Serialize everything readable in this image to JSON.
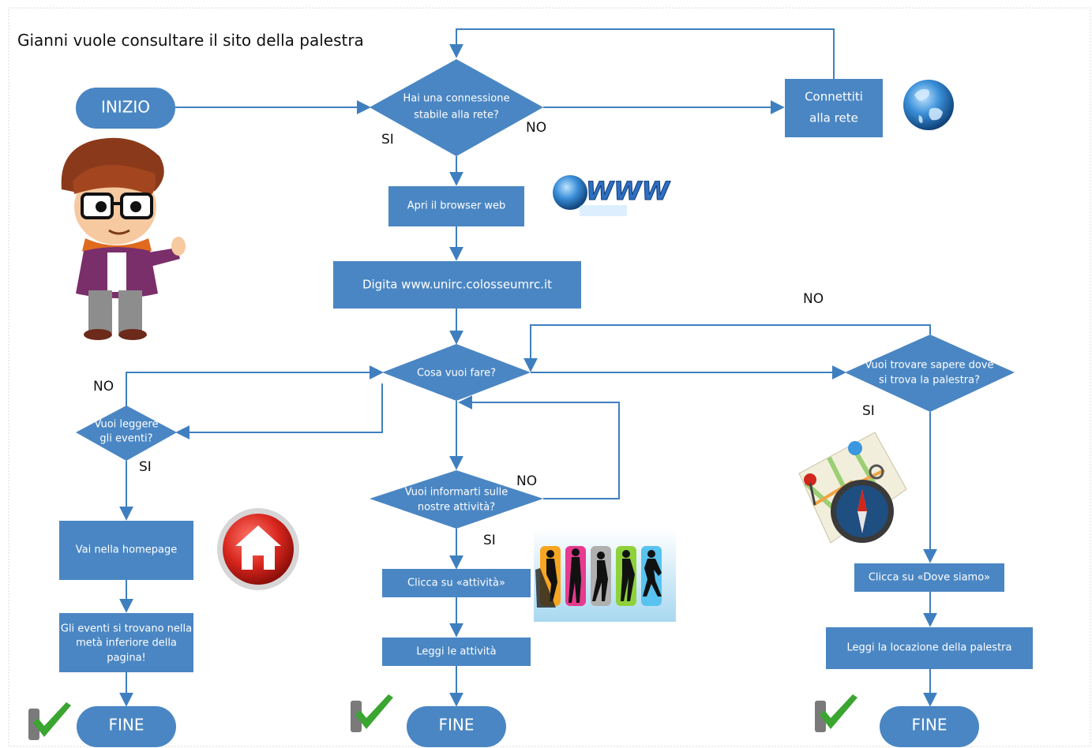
{
  "title": "Gianni vuole consultare il sito della palestra",
  "colors": {
    "shape": "#4a86c3",
    "line": "#3f7fc0",
    "text_light": "#ffffff",
    "check": "#3aa530"
  },
  "nodes": {
    "start": "INIZIO",
    "connection_question": [
      "Hai una connessione",
      "stabile alla rete?"
    ],
    "connect": [
      "Connettiti",
      "alla rete"
    ],
    "open_browser": "Apri il browser web",
    "type_url": "Digita www.unirc.colosseumrc.it",
    "choice": "Cosa vuoi fare?",
    "events_question": [
      "Vuoi leggere",
      "gli eventi?"
    ],
    "homepage": "Vai nella homepage",
    "events_info": [
      "Gli eventi si trovano nella",
      "metà inferiore della",
      "pagina!"
    ],
    "activities_question": [
      "Vuoi informarti sulle",
      "nostre attività?"
    ],
    "click_activities": "Clicca su «attività»",
    "read_activities": "Leggi le attività",
    "location_question": [
      "Vuoi trovare sapere dove",
      "si trova la palestra?"
    ],
    "click_where": "Clicca su «Dove siamo»",
    "read_location": "Leggi la locazione della palestra",
    "end_1": "FINE",
    "end_2": "FINE",
    "end_3": "FINE"
  },
  "labels": {
    "yes_connection": "SI",
    "no_connection": "NO",
    "no_location_loop": "NO",
    "no_events": "NO",
    "yes_events": "SI",
    "no_activities": "NO",
    "yes_activities": "SI",
    "yes_location": "SI"
  },
  "images": {
    "www_text": "WWW"
  },
  "icons": [
    "cartoon-character-icon",
    "globe-icon",
    "www-globe-icon",
    "home-icon",
    "fitness-silhouettes-icon",
    "map-compass-icon",
    "checkmark-icon"
  ]
}
